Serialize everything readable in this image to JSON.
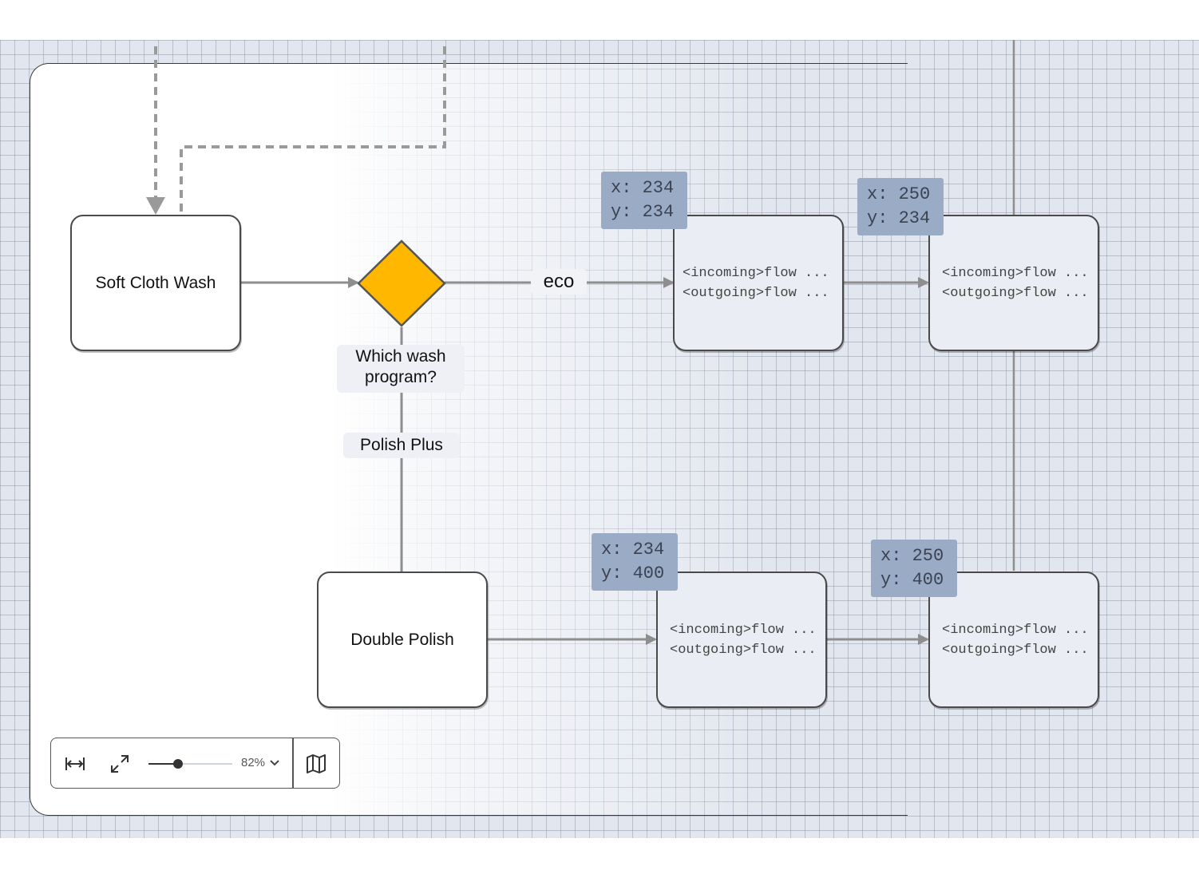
{
  "nodes": {
    "soft_cloth_wash": "Soft Cloth Wash",
    "decision": "Which wash program?",
    "double_polish": "Double Polish",
    "ghost_line1": "<incoming>flow ...",
    "ghost_line2": "<outgoing>flow ..."
  },
  "edges": {
    "eco_label": "eco",
    "polish_label": "Polish Plus"
  },
  "coordinates": {
    "top_left": {
      "x": "x: 234",
      "y": "y: 234"
    },
    "top_right": {
      "x": "x: 250",
      "y": "y: 234"
    },
    "bottom_left": {
      "x": "x: 234",
      "y": "y: 400"
    },
    "bottom_right": {
      "x": "x: 250",
      "y": "y: 400"
    }
  },
  "toolbar": {
    "zoom_label": "82%",
    "zoom_level": 0.35,
    "icons": [
      "fit-width-icon",
      "expand-icon",
      "chevron-down-icon",
      "minimap-icon"
    ]
  },
  "colors": {
    "decision_fill": "#FFB700",
    "coord_badge": "#9AABC6",
    "edge": "#8E8E8E"
  }
}
